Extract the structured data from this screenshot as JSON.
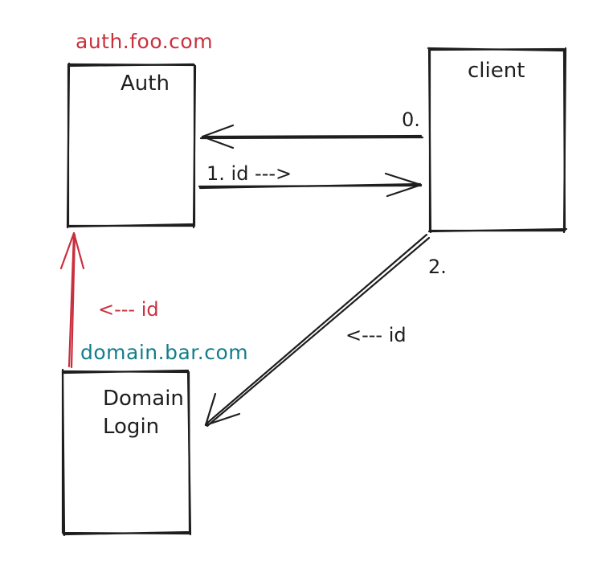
{
  "colors": {
    "ink": "#1e1e1e",
    "red": "#c9303e",
    "teal": "#137d8a"
  },
  "hosts": {
    "auth": "auth.foo.com",
    "domain": "domain.bar.com"
  },
  "boxes": {
    "auth": "Auth",
    "client": "client",
    "domain_line1": "Domain",
    "domain_line2": "Login"
  },
  "edges": {
    "step0": "0.",
    "step1": "1. id --->",
    "step2": "2.",
    "step2_label": "<--- id",
    "redirect_label": "<--- id"
  }
}
